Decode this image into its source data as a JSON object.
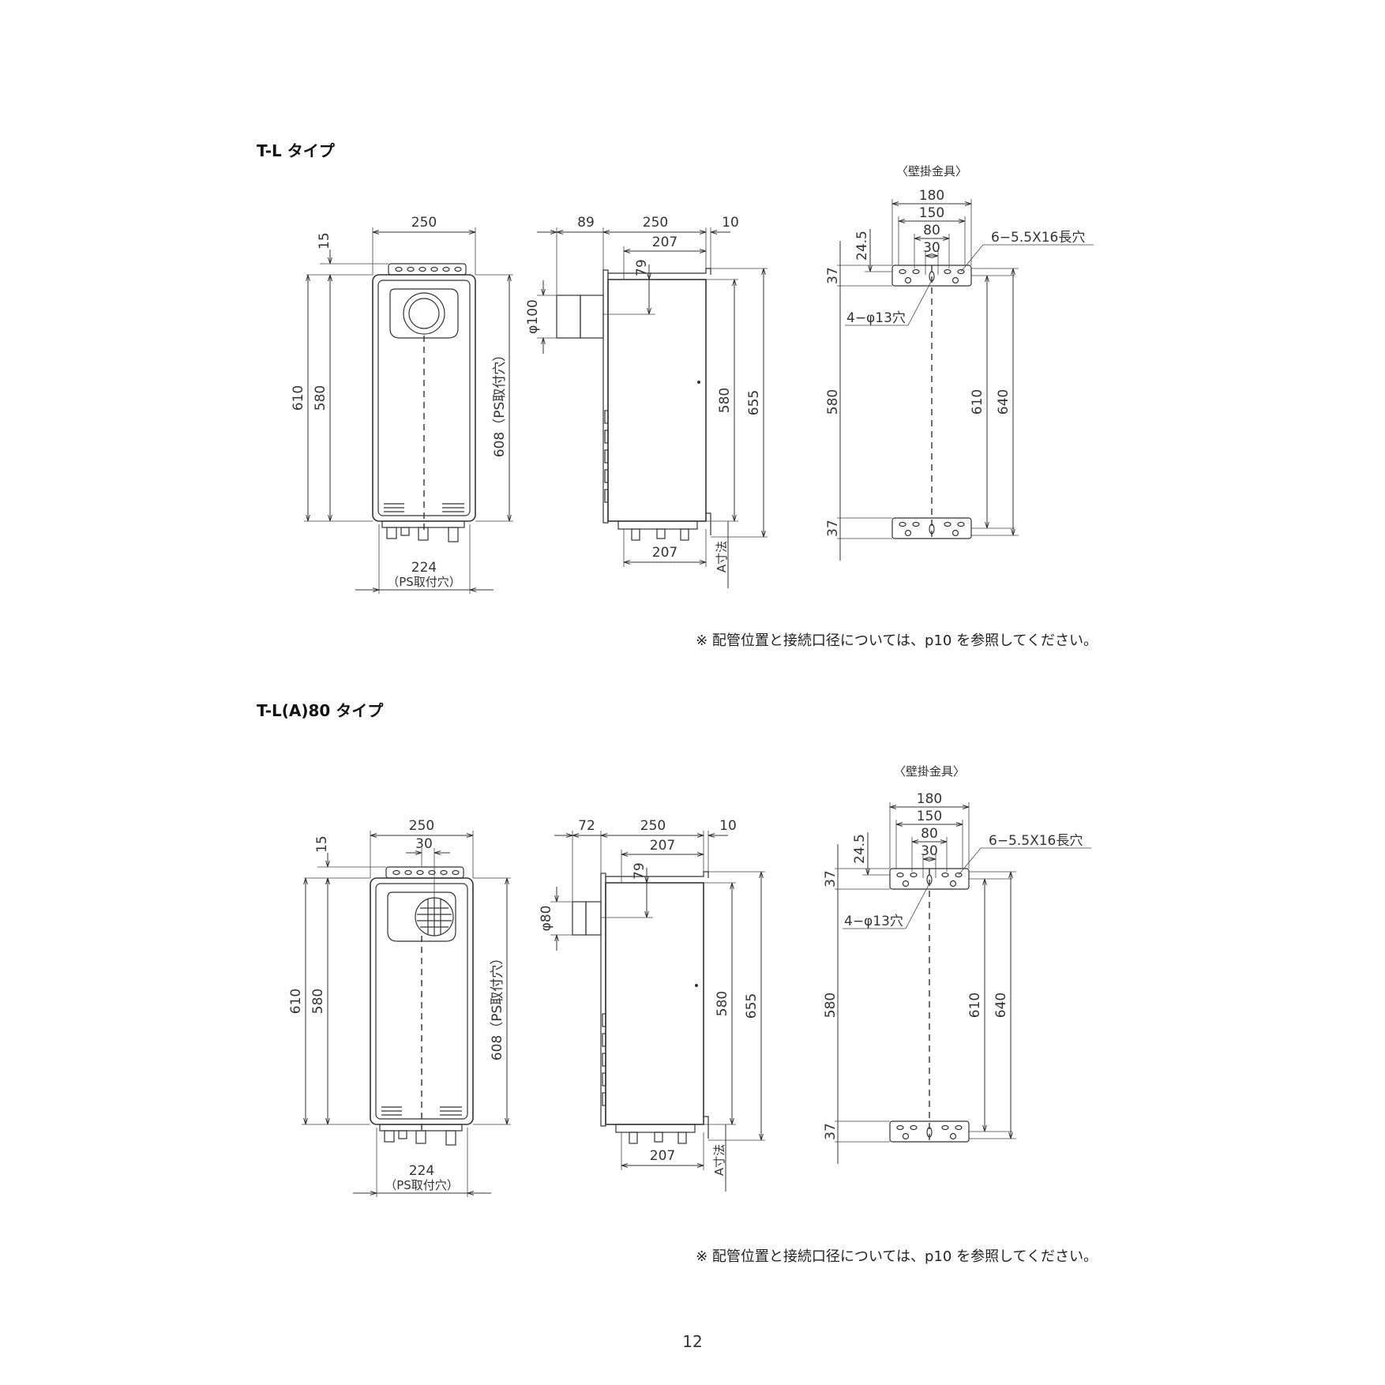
{
  "page_number": "12",
  "sections": [
    {
      "title": "T-L タイプ",
      "front": {
        "width": "250",
        "top": "15",
        "height_total": "610",
        "height_body": "580",
        "ps_height": "608（PS取付穴）",
        "ps_width": "224",
        "ps_label": "（PS取付穴）"
      },
      "side": {
        "flue_dia": "φ100",
        "flue_offset": "89",
        "depth": "250",
        "rear": "10",
        "top_depth": "207",
        "flue_drop": "79",
        "height_body": "580",
        "height_total": "655",
        "bottom_depth": "207",
        "a_dim": "A寸法"
      },
      "bracket": {
        "label": "〈壁掛金具〉",
        "w180": "180",
        "w150": "150",
        "w80": "80",
        "w30": "30",
        "h245": "24.5",
        "slot": "6−5.5X16長穴",
        "hole": "4−φ13穴",
        "h37_top": "37",
        "h580": "580",
        "h610": "610",
        "h640": "640",
        "h37_bottom": "37"
      },
      "note": "※ 配管位置と接続口径については、p10 を参照してください。"
    },
    {
      "title": "T-L(A)80 タイプ",
      "front": {
        "width": "250",
        "top": "15",
        "center": "30",
        "height_total": "610",
        "height_body": "580",
        "ps_height": "608（PS取付穴）",
        "ps_width": "224",
        "ps_label": "（PS取付穴）"
      },
      "side": {
        "flue_dia": "φ80",
        "flue_offset": "72",
        "depth": "250",
        "rear": "10",
        "top_depth": "207",
        "flue_drop": "79",
        "height_body": "580",
        "height_total": "655",
        "bottom_depth": "207",
        "a_dim": "A寸法"
      },
      "bracket": {
        "label": "〈壁掛金具〉",
        "w180": "180",
        "w150": "150",
        "w80": "80",
        "w30": "30",
        "h245": "24.5",
        "slot": "6−5.5X16長穴",
        "hole": "4−φ13穴",
        "h37_top": "37",
        "h580": "580",
        "h610": "610",
        "h640": "640",
        "h37_bottom": "37"
      },
      "note": "※ 配管位置と接続口径については、p10 を参照してください。"
    }
  ]
}
